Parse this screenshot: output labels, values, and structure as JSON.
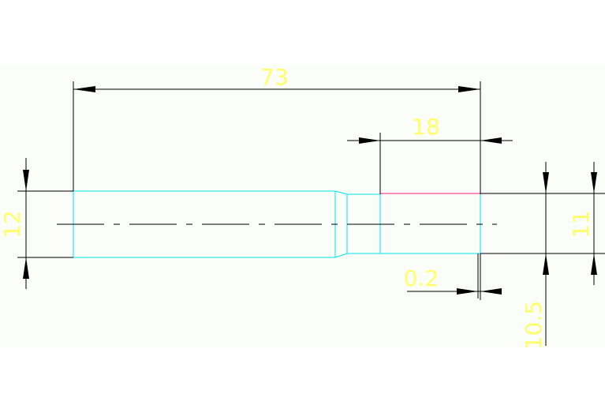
{
  "drawing": {
    "colors": {
      "paper": "#ffffff",
      "canvas": "#fbfdf9",
      "outline": "#00e5ee",
      "dimension_line": "#000000",
      "dimension_text": "#ffff66",
      "highlight_edge": "#ff66a8",
      "centerline": "#000000"
    },
    "dimensions": {
      "overall_length": "73",
      "step_length": "18",
      "left_diameter": "12",
      "right_diameter": "11",
      "gap": "0.2",
      "offset": "10.5"
    }
  }
}
